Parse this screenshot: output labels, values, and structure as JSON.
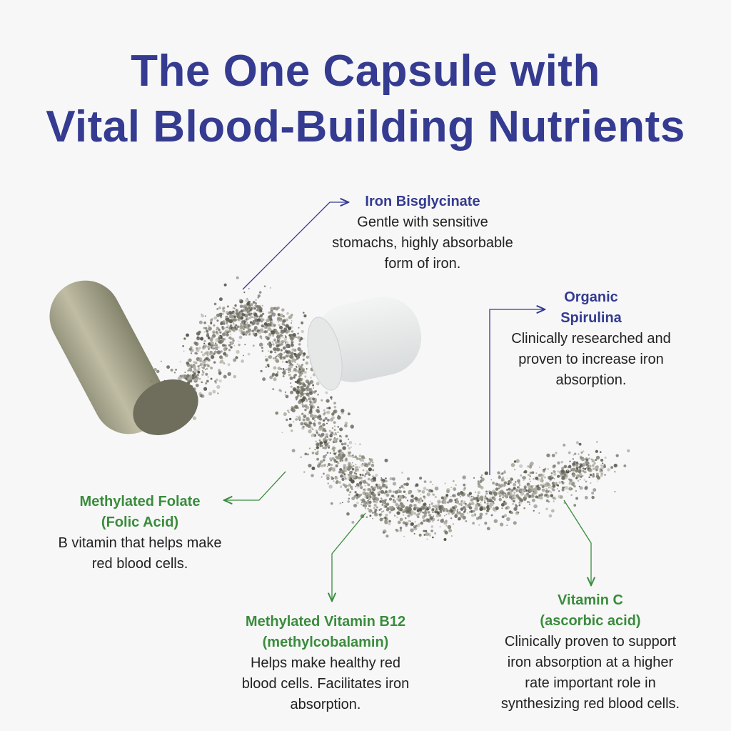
{
  "title": {
    "line1": "The One Capsule with",
    "line2": "Vital Blood-Building Nutrients"
  },
  "colors": {
    "title": "#343b90",
    "navy_heading": "#343b90",
    "green_heading": "#3a8c3c",
    "body_text": "#222222"
  },
  "callouts": [
    {
      "heading": [
        "Iron Bisglycinate"
      ],
      "body": [
        "Gentle with sensitive",
        "stomachs, highly absorbable",
        "form of iron."
      ]
    },
    {
      "heading": [
        "Organic",
        "Spirulina"
      ],
      "body": [
        "Clinically researched and",
        "proven to increase iron",
        "absorption."
      ]
    },
    {
      "heading": [
        "Methylated Folate",
        "(Folic Acid)"
      ],
      "body": [
        "B vitamin that helps make",
        "red blood cells."
      ]
    },
    {
      "heading": [
        "Methylated Vitamin B12",
        "(methylcobalamin)"
      ],
      "body": [
        "Helps make healthy red",
        "blood cells. Facilitates iron",
        "absorption."
      ]
    },
    {
      "heading": [
        "Vitamin C",
        "(ascorbic acid)"
      ],
      "body": [
        "Clinically proven to support",
        "iron absorption at a higher",
        "rate important role in",
        "synthesizing red blood cells."
      ]
    }
  ]
}
